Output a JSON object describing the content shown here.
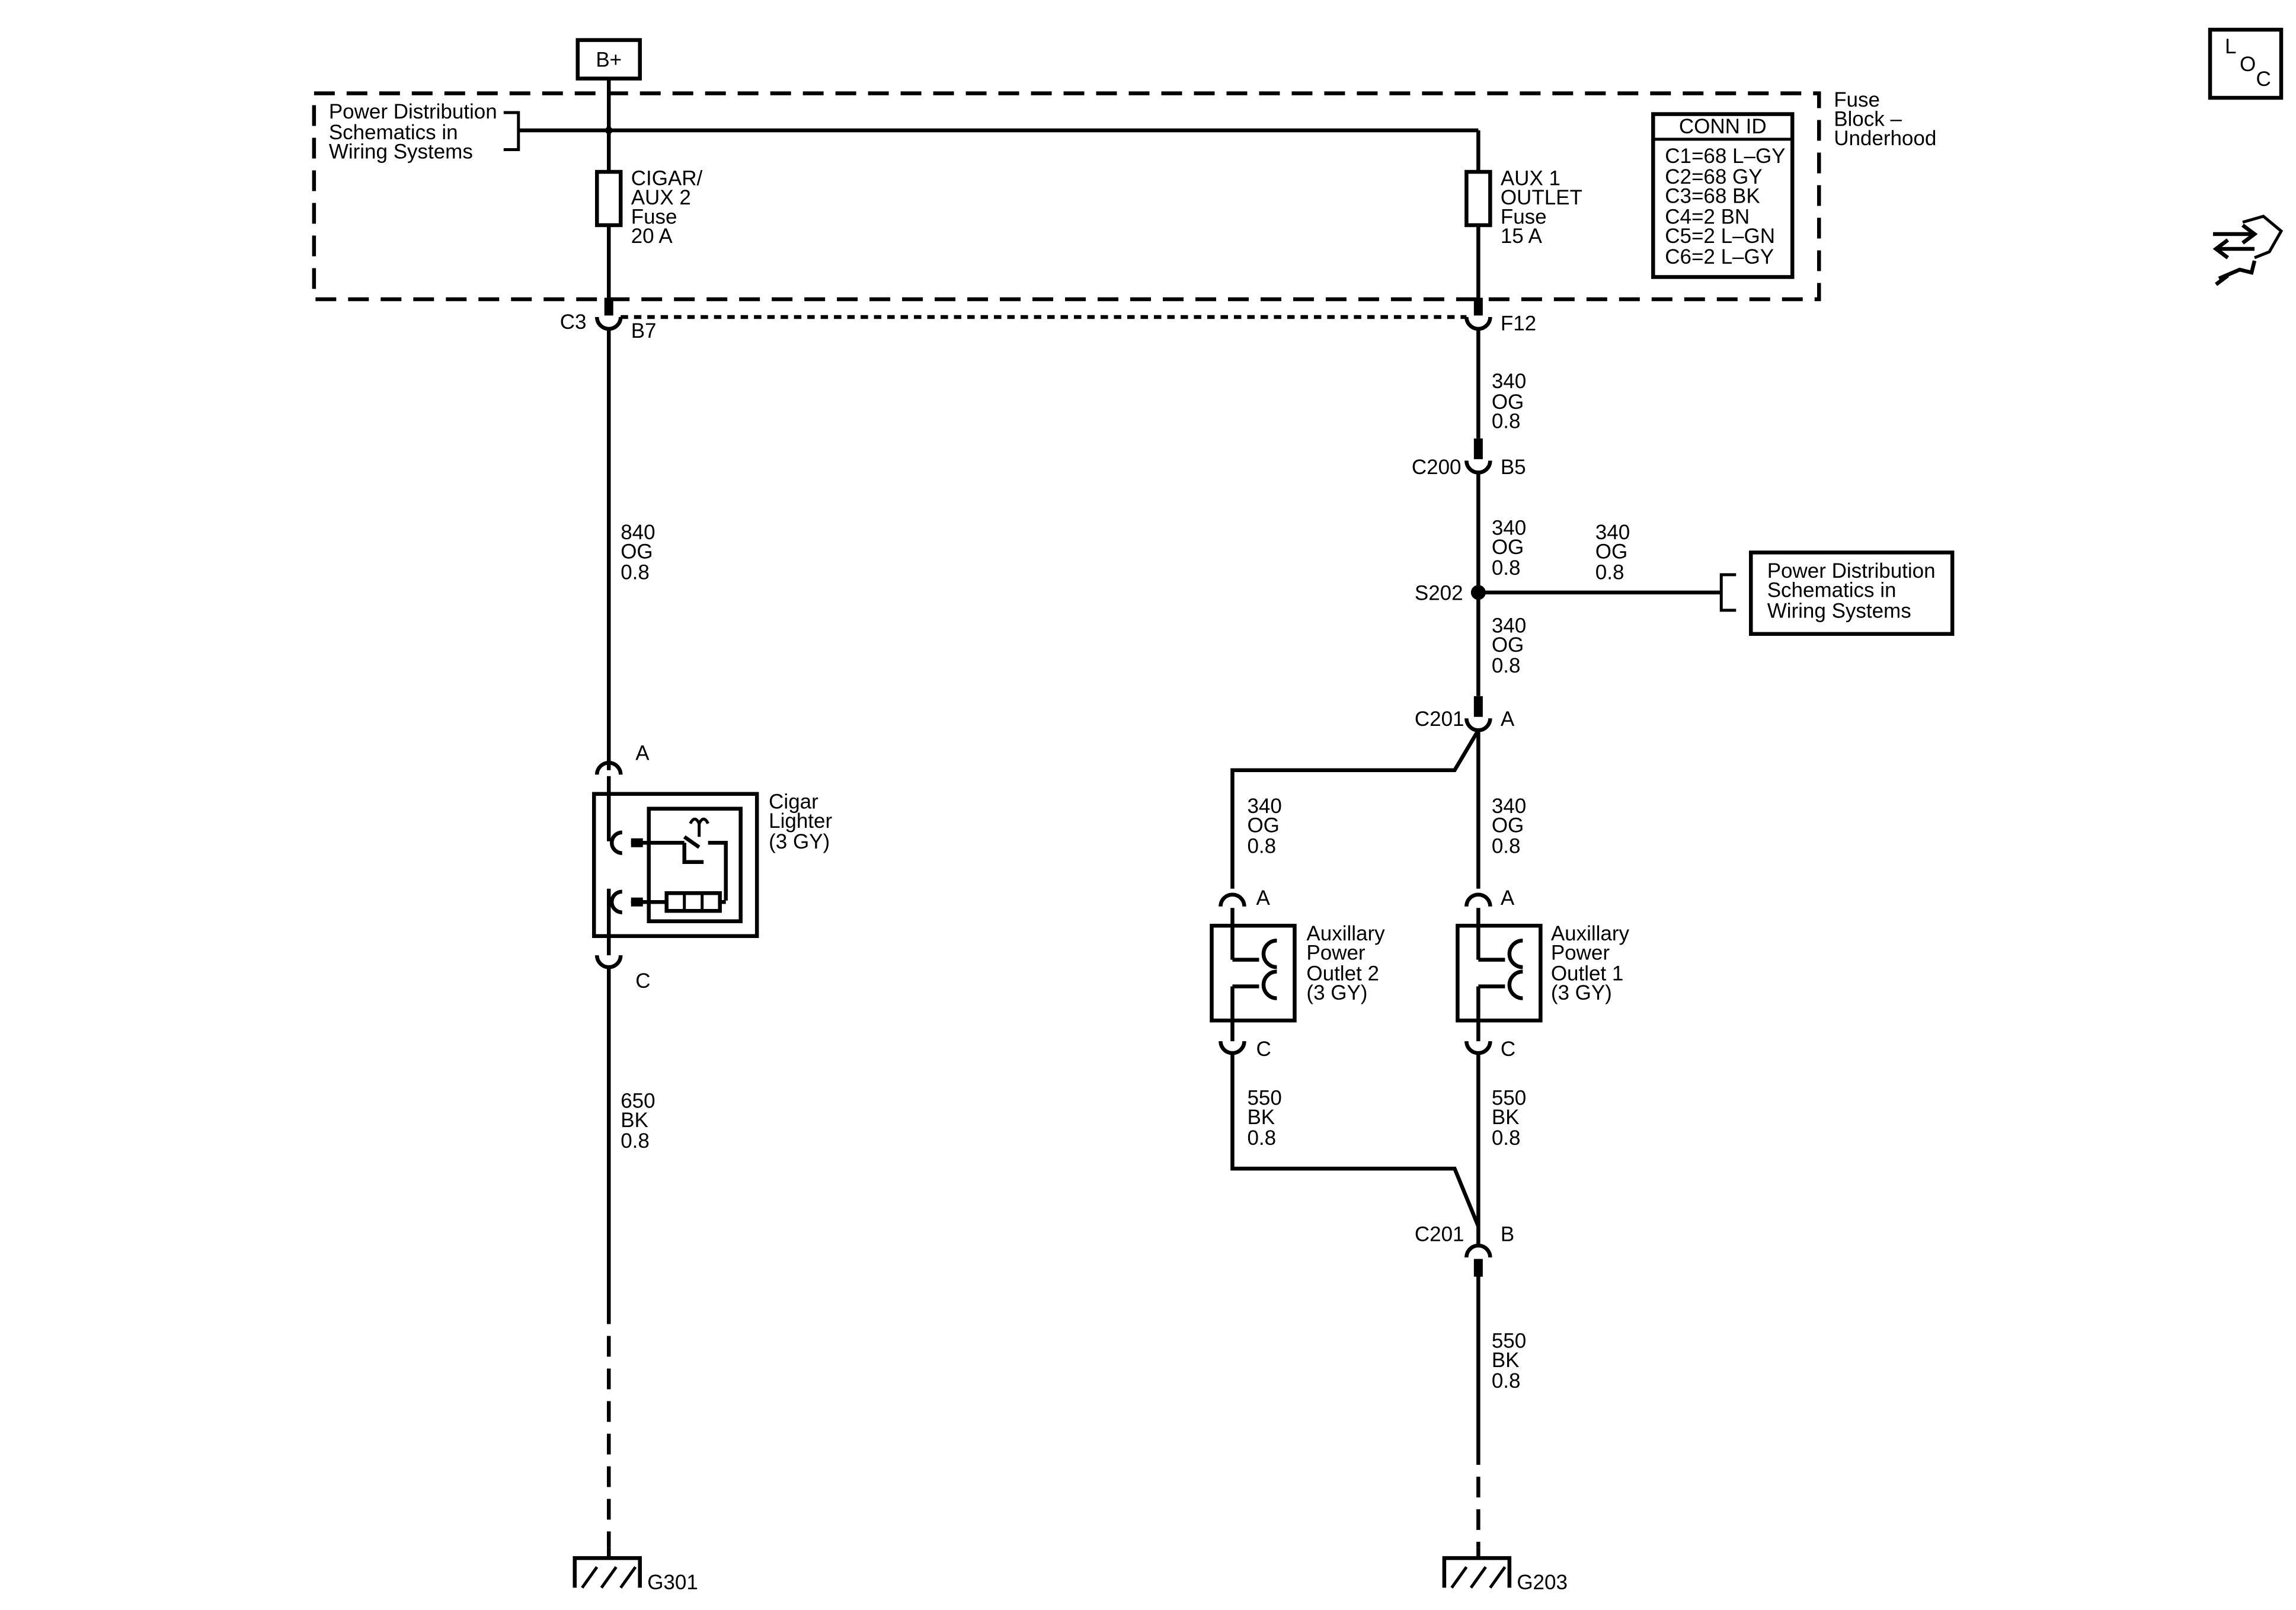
{
  "supply_label": "B+",
  "fuse_block": {
    "label": [
      "Fuse",
      "Block –",
      "Underhood"
    ]
  },
  "power_ref_top": [
    "Power Distribution",
    "Schematics in",
    "Wiring Systems"
  ],
  "power_ref_right": [
    "Power Distribution",
    "Schematics in",
    "Wiring Systems"
  ],
  "fuse_left": [
    "CIGAR/",
    "AUX 2",
    "Fuse",
    "20 A"
  ],
  "fuse_right": [
    "AUX 1",
    "OUTLET",
    "Fuse",
    "15 A"
  ],
  "conn_id": {
    "title": "CONN ID",
    "rows": [
      "C1=68 L–GY",
      "C2=68 GY",
      "C3=68 BK",
      "C4=2 BN",
      "C5=2 L–GN",
      "C6=2 L–GY"
    ]
  },
  "connectors": {
    "c3": "C3",
    "b7": "B7",
    "f12": "F12",
    "c200": "C200",
    "b5": "B5",
    "s202": "S202",
    "c201_top": "C201",
    "a_top": "A",
    "c201_bot": "C201",
    "b_bot": "B",
    "lighter_a": "A",
    "lighter_c": "C",
    "apo2_a": "A",
    "apo2_c": "C",
    "apo1_a": "A",
    "apo1_c": "C"
  },
  "wires": {
    "left_840": [
      "840",
      "OG",
      "0.8"
    ],
    "left_650": [
      "650",
      "BK",
      "0.8"
    ],
    "r_340_a": [
      "340",
      "OG",
      "0.8"
    ],
    "r_340_b": [
      "340",
      "OG",
      "0.8"
    ],
    "r_340_branch": [
      "340",
      "OG",
      "0.8"
    ],
    "r_340_c": [
      "340",
      "OG",
      "0.8"
    ],
    "r_340_apo2": [
      "340",
      "OG",
      "0.8"
    ],
    "r_340_apo1": [
      "340",
      "OG",
      "0.8"
    ],
    "r_550_apo2": [
      "550",
      "BK",
      "0.8"
    ],
    "r_550_apo1": [
      "550",
      "BK",
      "0.8"
    ],
    "r_550_bot": [
      "550",
      "BK",
      "0.8"
    ]
  },
  "components": {
    "cigar_lighter": [
      "Cigar",
      "Lighter",
      "(3 GY)"
    ],
    "apo2": [
      "Auxillary",
      "Power",
      "Outlet 2",
      "(3 GY)"
    ],
    "apo1": [
      "Auxillary",
      "Power",
      "Outlet 1",
      "(3 GY)"
    ]
  },
  "grounds": {
    "left": "G301",
    "right": "G203"
  },
  "loc_icon": {
    "l": "L",
    "o": "O",
    "c": "C"
  },
  "icons": {
    "loc": "loc-icon",
    "tool": "diagnostic-tool-icon"
  }
}
